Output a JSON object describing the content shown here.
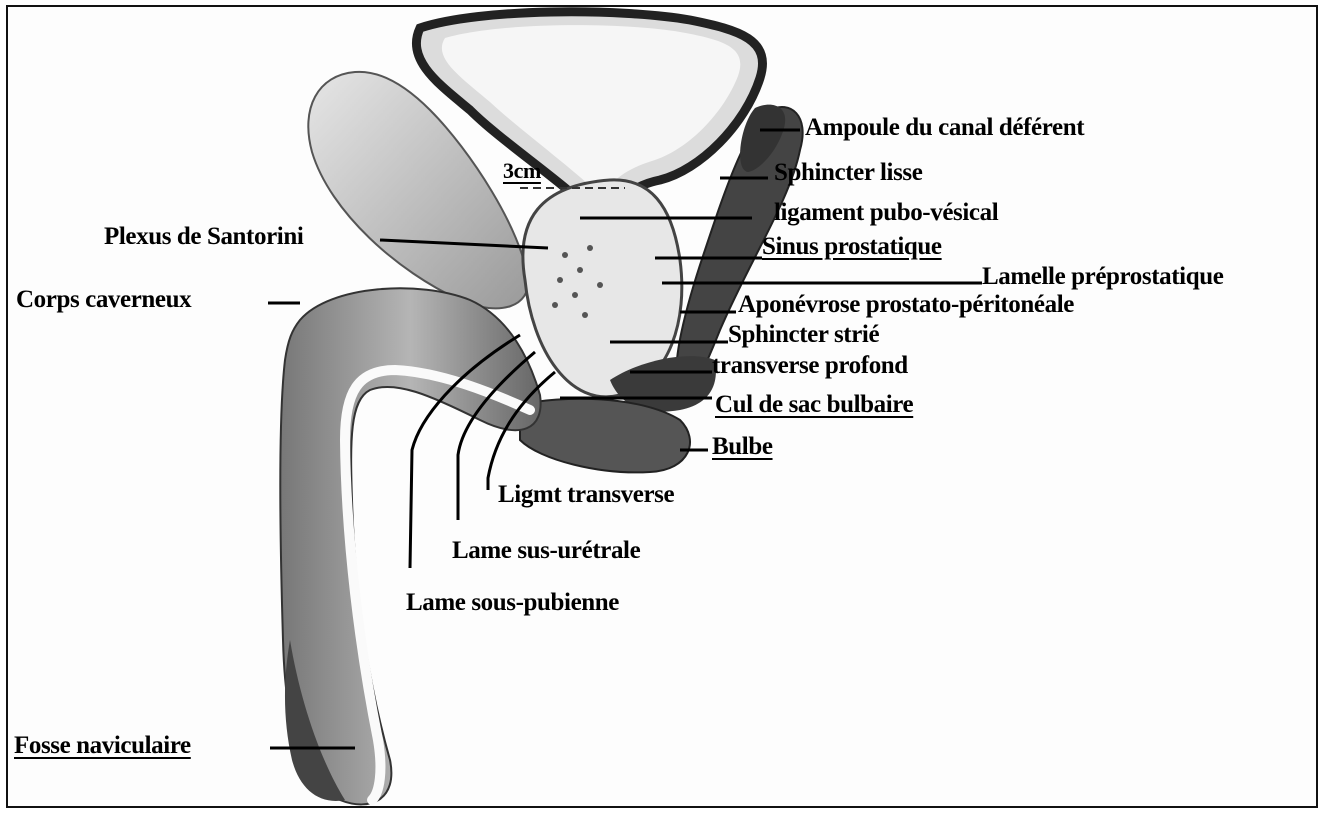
{
  "labels": {
    "ampoule": "Ampoule du canal déférent",
    "sphincter_lisse": "Sphincter lisse",
    "ligament_pubo_vesical": "ligament pubo-vésical",
    "sinus_prostatique": "Sinus prostatique",
    "lamelle": "Lamelle préprostatique",
    "aponevrose": "Aponévrose prostato-péritonéale",
    "sphincter_strie": "Sphincter strié",
    "transverse_profond": "transverse profond",
    "cul_de_sac": "Cul de sac bulbaire",
    "bulbe": "Bulbe",
    "ligmt_transverse": "Ligmt transverse",
    "lame_sus_uretrale": "Lame sus-urétrale",
    "lame_sous_pubienne": "Lame sous-pubienne",
    "plexus": "Plexus de Santorini",
    "corps_caverneux": "Corps caverneux",
    "fosse_naviculaire": "Fosse naviculaire",
    "measure": "3cm"
  }
}
